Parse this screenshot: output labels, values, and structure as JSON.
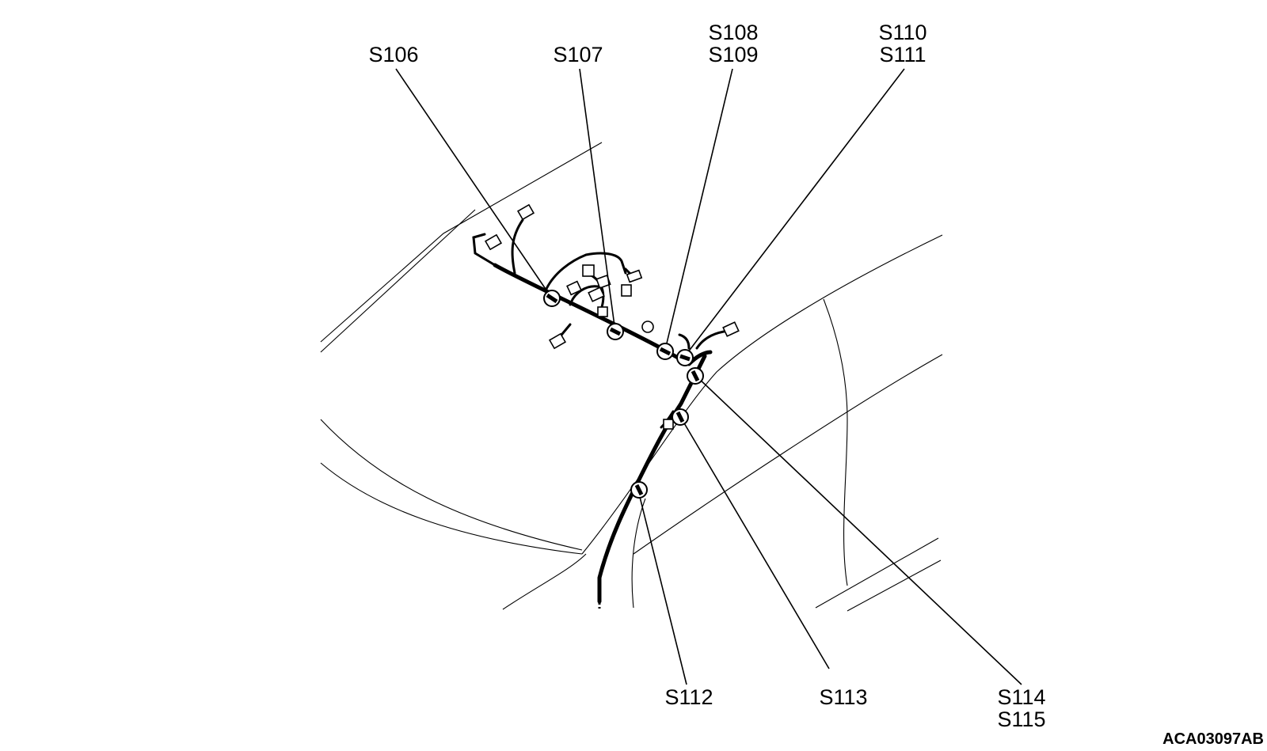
{
  "diagram": {
    "callouts": [
      {
        "id": "s106",
        "lines": [
          "S106"
        ]
      },
      {
        "id": "s107",
        "lines": [
          "S107"
        ]
      },
      {
        "id": "s108-s109",
        "lines": [
          "S108",
          "S109"
        ]
      },
      {
        "id": "s110-s111",
        "lines": [
          "S110",
          "S111"
        ]
      },
      {
        "id": "s112",
        "lines": [
          "S112"
        ]
      },
      {
        "id": "s113",
        "lines": [
          "S113"
        ]
      },
      {
        "id": "s114-s115",
        "lines": [
          "S114",
          "S115"
        ]
      }
    ],
    "figure_code": "ACA03097AB"
  }
}
